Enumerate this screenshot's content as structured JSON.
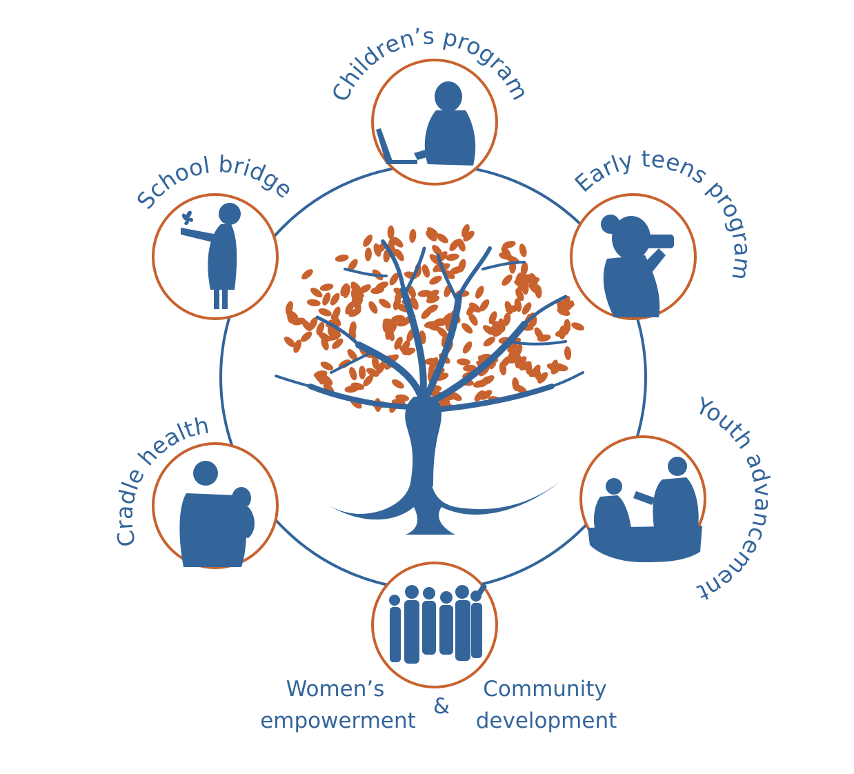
{
  "colors": {
    "blue": "#33659b",
    "orange": "#c8622e",
    "background": "#ffffff"
  },
  "programs": {
    "childrens": {
      "label": "Children’s program",
      "icon": "child-with-laptop-icon"
    },
    "early_teens": {
      "label": "Early teens program",
      "icon": "teen-with-binoculars-icon"
    },
    "youth": {
      "label": "Youth advancement",
      "icon": "mentor-and-student-icon"
    },
    "community": {
      "icon": "group-of-people-icon"
    },
    "cradle": {
      "label": "Cradle health",
      "icon": "mother-holding-baby-icon"
    },
    "school": {
      "label": "School bridge",
      "icon": "child-with-butterfly-icon"
    }
  },
  "bottom": {
    "left_line1": "Women’s",
    "left_line2": "empowerment",
    "ampersand": "&",
    "right_line1": "Community",
    "right_line2": "development"
  },
  "center": {
    "icon": "tree-of-life-icon"
  }
}
